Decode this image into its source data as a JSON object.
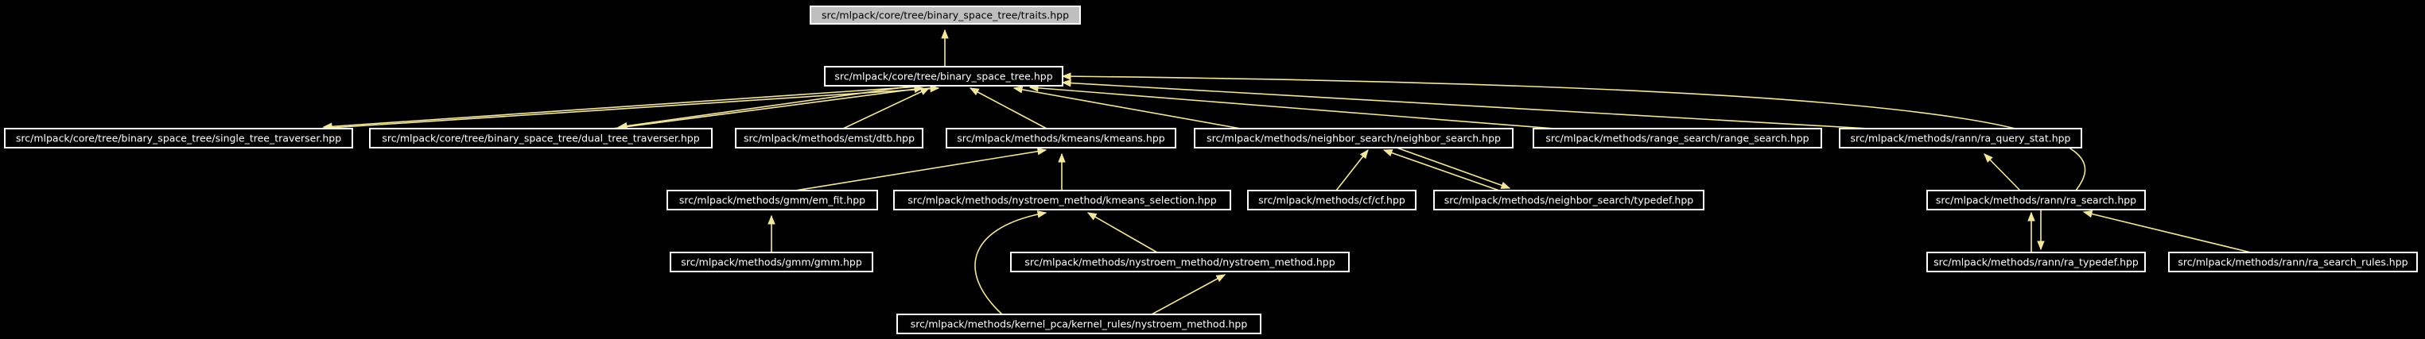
{
  "graph": {
    "nodes": [
      {
        "id": "traits",
        "label": "src/mlpack/core/tree/binary_space_tree/traits.hpp",
        "highlighted": true
      },
      {
        "id": "bst",
        "label": "src/mlpack/core/tree/binary_space_tree.hpp"
      },
      {
        "id": "single",
        "label": "src/mlpack/core/tree/binary_space_tree/single_tree_traverser.hpp"
      },
      {
        "id": "dual",
        "label": "src/mlpack/core/tree/binary_space_tree/dual_tree_traverser.hpp"
      },
      {
        "id": "dtb",
        "label": "src/mlpack/methods/emst/dtb.hpp"
      },
      {
        "id": "kmeans",
        "label": "src/mlpack/methods/kmeans/kmeans.hpp"
      },
      {
        "id": "ns",
        "label": "src/mlpack/methods/neighbor_search/neighbor_search.hpp"
      },
      {
        "id": "rs",
        "label": "src/mlpack/methods/range_search/range_search.hpp"
      },
      {
        "id": "rqs",
        "label": "src/mlpack/methods/rann/ra_query_stat.hpp"
      },
      {
        "id": "emfit",
        "label": "src/mlpack/methods/gmm/em_fit.hpp"
      },
      {
        "id": "kmsel",
        "label": "src/mlpack/methods/nystroem_method/kmeans_selection.hpp"
      },
      {
        "id": "cf",
        "label": "src/mlpack/methods/cf/cf.hpp"
      },
      {
        "id": "typedef",
        "label": "src/mlpack/methods/neighbor_search/typedef.hpp"
      },
      {
        "id": "rasearch",
        "label": "src/mlpack/methods/rann/ra_search.hpp"
      },
      {
        "id": "gmm",
        "label": "src/mlpack/methods/gmm/gmm.hpp"
      },
      {
        "id": "nysm",
        "label": "src/mlpack/methods/nystroem_method/nystroem_method.hpp"
      },
      {
        "id": "ratypedef",
        "label": "src/mlpack/methods/rann/ra_typedef.hpp"
      },
      {
        "id": "rarules",
        "label": "src/mlpack/methods/rann/ra_search_rules.hpp"
      },
      {
        "id": "kpca",
        "label": "src/mlpack/methods/kernel_pca/kernel_rules/nystroem_method.hpp"
      }
    ],
    "edges": [
      {
        "from": "bst",
        "to": "traits"
      },
      {
        "from": "single",
        "to": "bst"
      },
      {
        "from": "bst",
        "to": "single"
      },
      {
        "from": "dual",
        "to": "bst"
      },
      {
        "from": "bst",
        "to": "dual"
      },
      {
        "from": "dtb",
        "to": "bst"
      },
      {
        "from": "kmeans",
        "to": "bst"
      },
      {
        "from": "ns",
        "to": "bst"
      },
      {
        "from": "rs",
        "to": "bst"
      },
      {
        "from": "rqs",
        "to": "bst"
      },
      {
        "from": "rasearch",
        "to": "bst"
      },
      {
        "from": "emfit",
        "to": "kmeans"
      },
      {
        "from": "kmsel",
        "to": "kmeans"
      },
      {
        "from": "cf",
        "to": "ns"
      },
      {
        "from": "typedef",
        "to": "ns"
      },
      {
        "from": "ns",
        "to": "typedef"
      },
      {
        "from": "rasearch",
        "to": "rqs"
      },
      {
        "from": "gmm",
        "to": "emfit"
      },
      {
        "from": "nysm",
        "to": "kmsel"
      },
      {
        "from": "kpca",
        "to": "kmsel"
      },
      {
        "from": "kpca",
        "to": "nysm"
      },
      {
        "from": "ratypedef",
        "to": "rasearch"
      },
      {
        "from": "rasearch",
        "to": "ratypedef"
      },
      {
        "from": "rarules",
        "to": "rasearch"
      }
    ],
    "colors": {
      "background": "#000000",
      "node_border": "#ffffff",
      "node_text": "#ffffff",
      "highlighted_fill": "#bfbfbf",
      "highlighted_text": "#000000",
      "edge": "#f2e6a0"
    }
  }
}
